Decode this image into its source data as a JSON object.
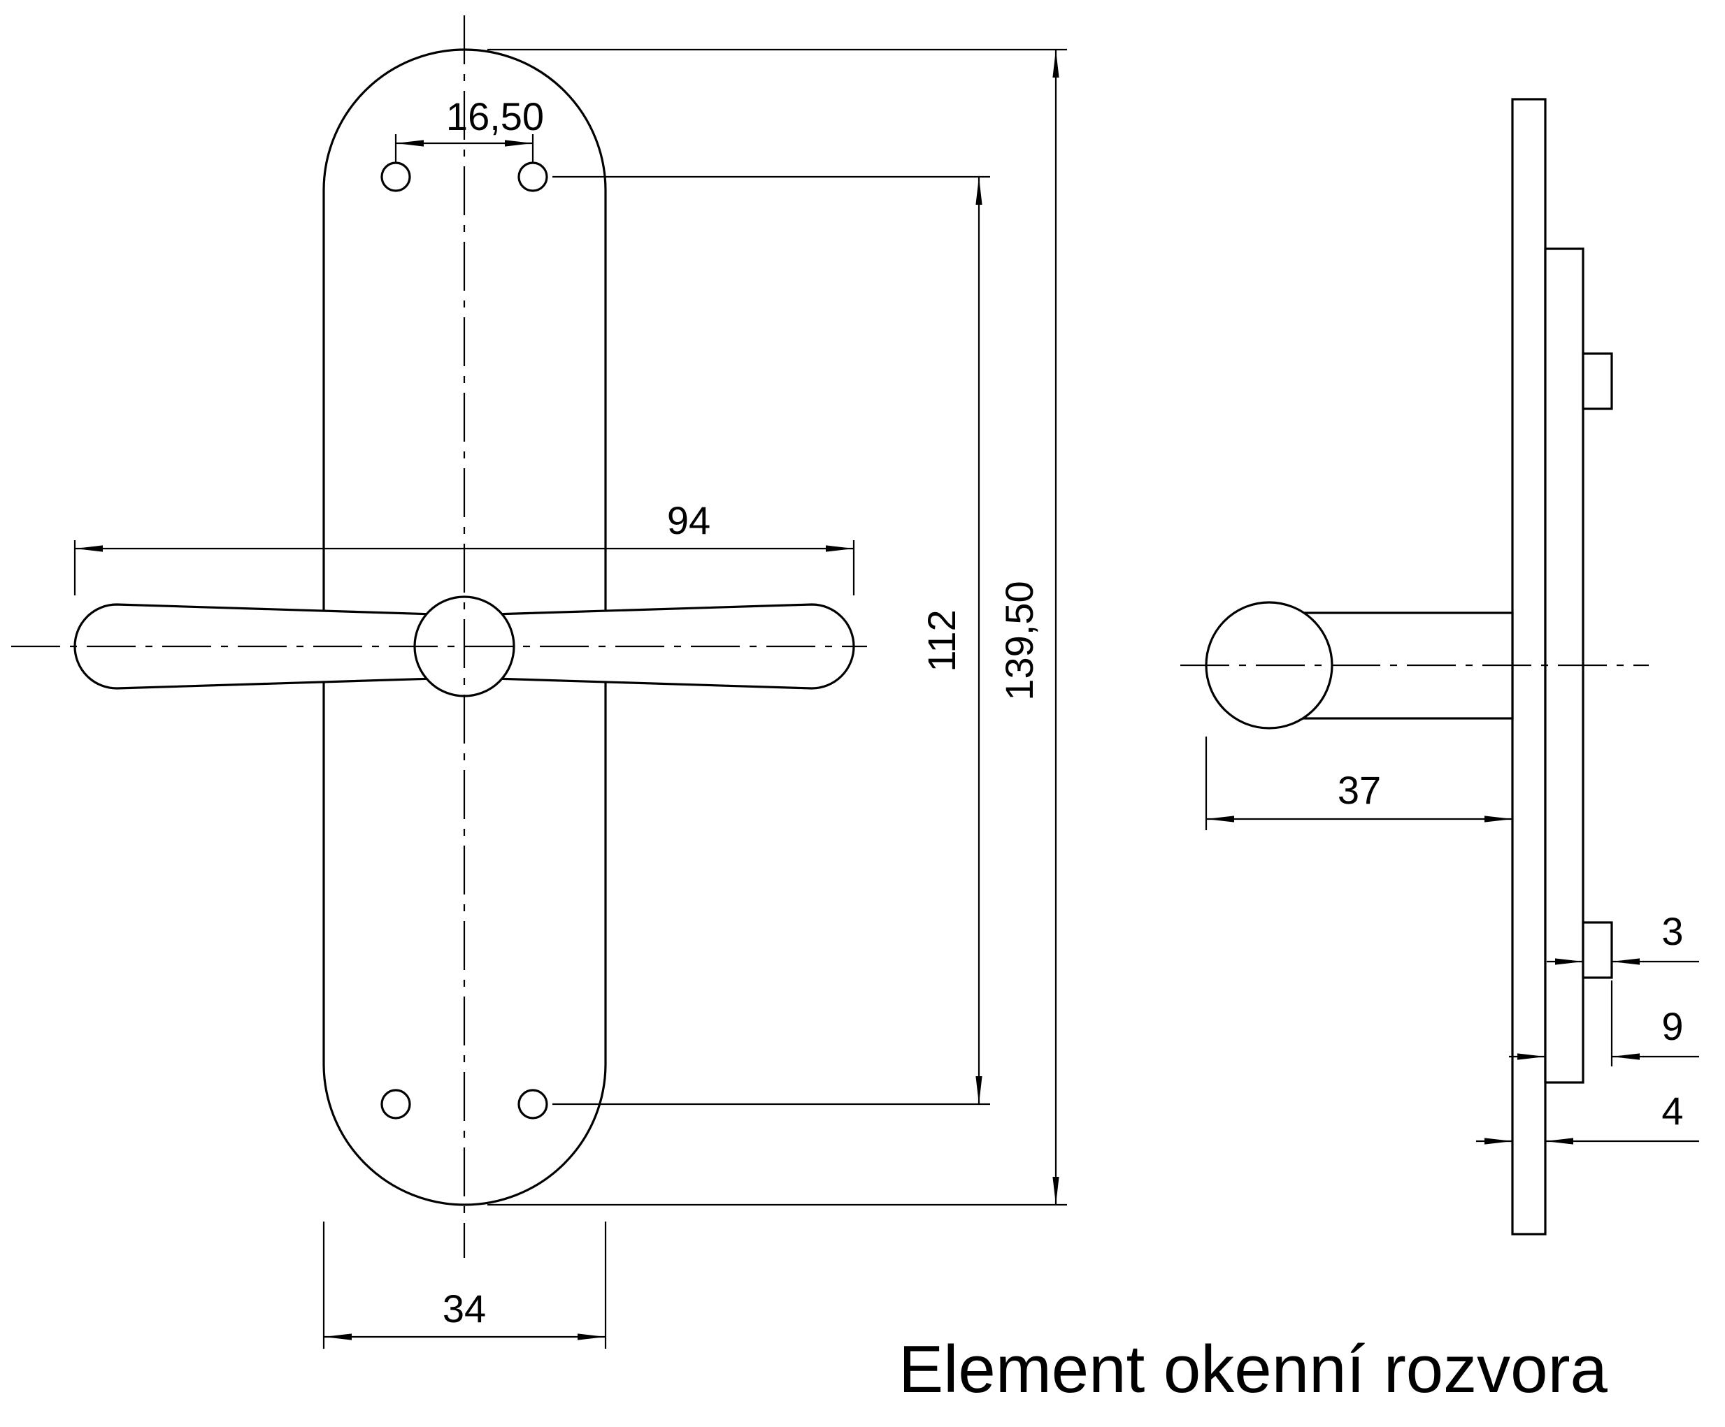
{
  "title": "Element okenní rozvora",
  "colors": {
    "line": "#000000",
    "background": "#ffffff"
  },
  "dimensions": {
    "front": {
      "hole_spacing_horizontal": "16,50",
      "handle_length": "94",
      "hole_spacing_vertical": "112",
      "plate_height": "139,50",
      "plate_width": "34"
    },
    "side": {
      "handle_depth": "37",
      "tab_thickness": "3",
      "mount_depth": "9",
      "plate_thickness": "4"
    }
  }
}
